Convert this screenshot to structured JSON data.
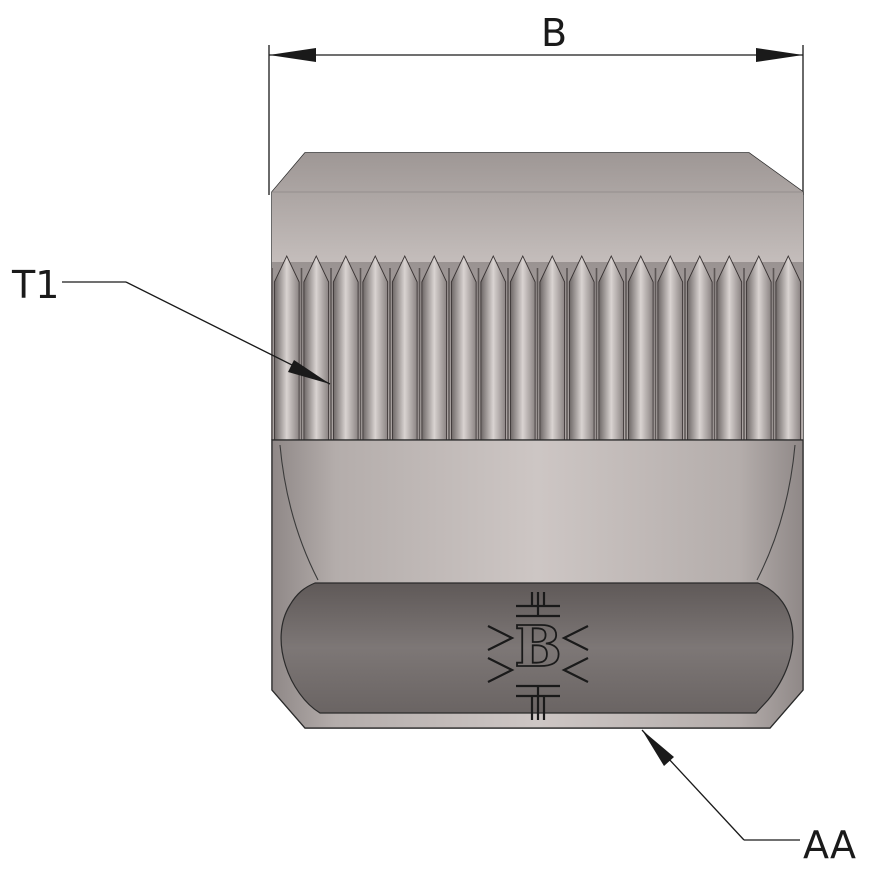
{
  "labels": {
    "width_dimension": "B",
    "thread_callout": "T1",
    "wrench_flat_callout": "AA"
  },
  "logo": {
    "name": "brennan-logo",
    "text": "B"
  },
  "thread": {
    "tooth_count": 18
  },
  "colors": {
    "body_light": "#c9c2c0",
    "body_mid": "#a9a2a0",
    "body_dark": "#7f7877",
    "flat_dark": "#6f6969",
    "line": "#1a1a1a"
  }
}
